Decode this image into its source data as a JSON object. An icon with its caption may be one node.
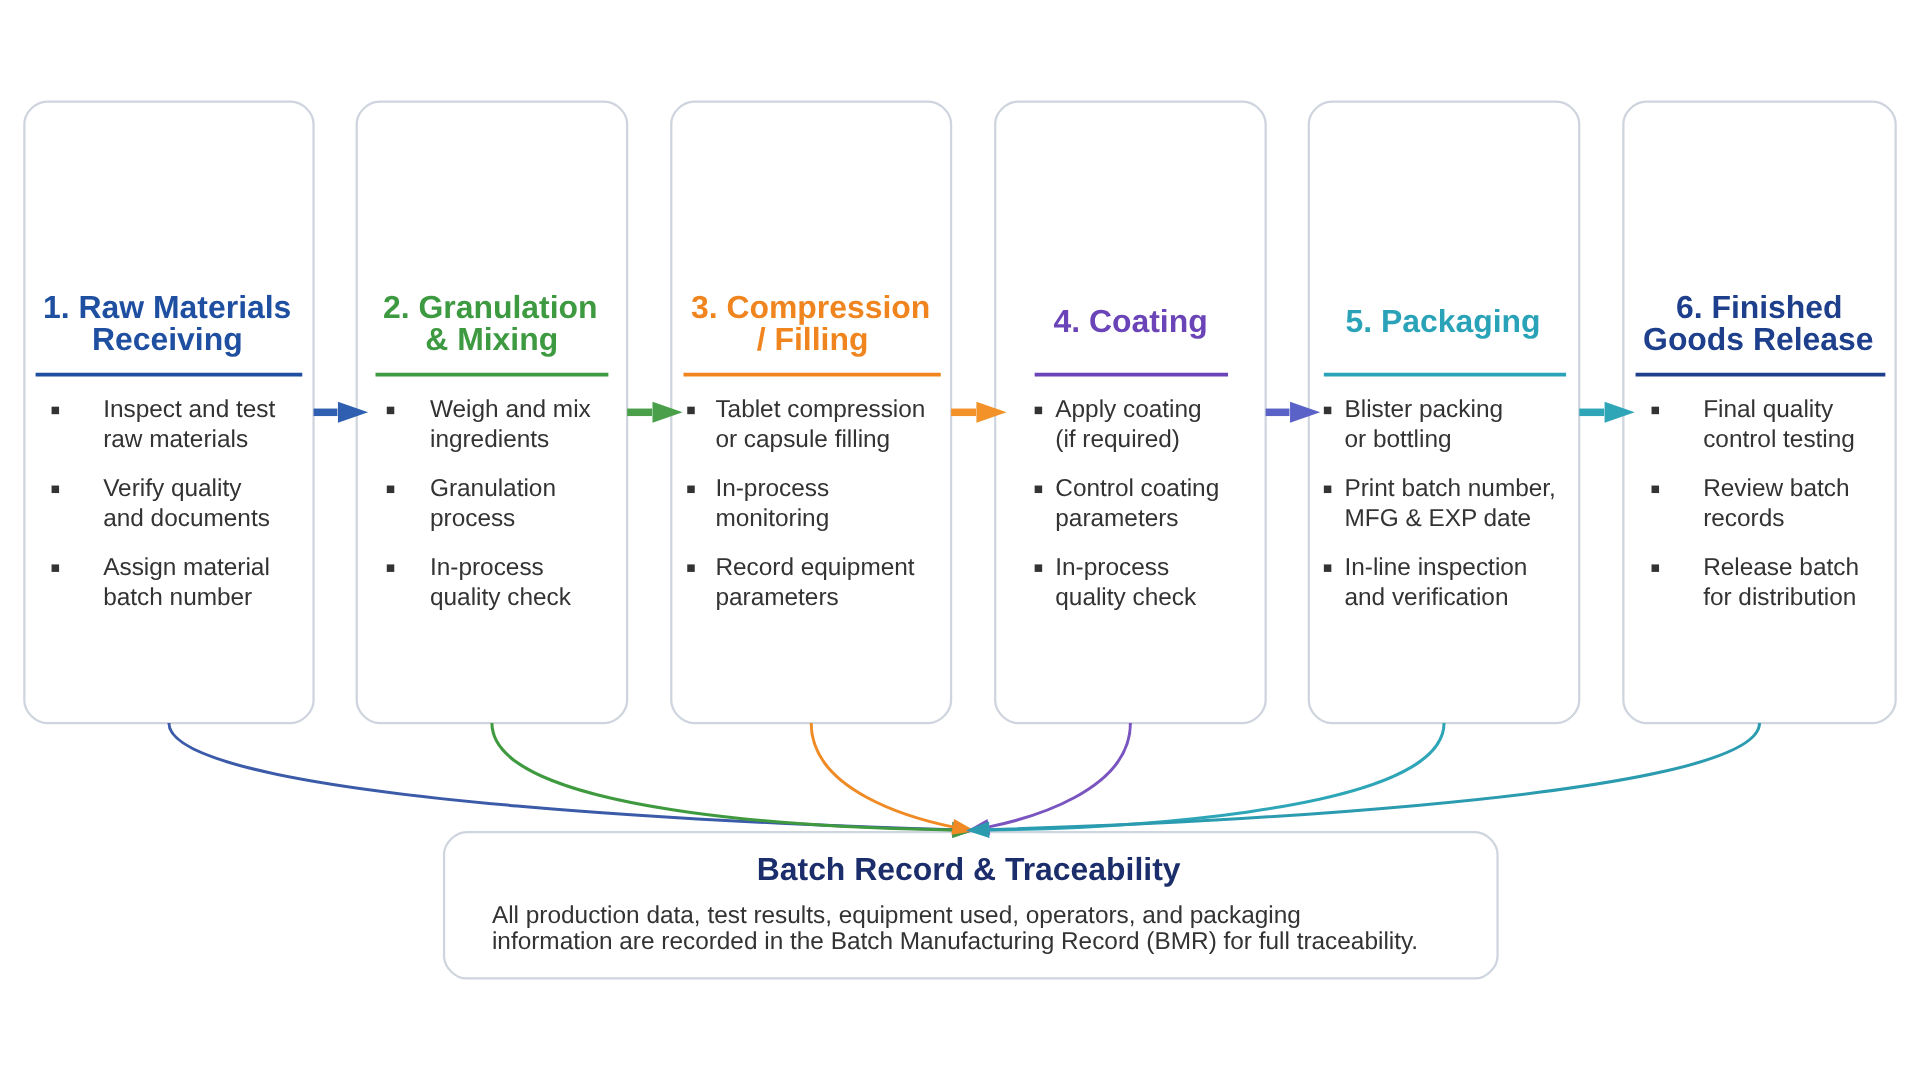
{
  "diagram": {
    "nodes": [
      {
        "text": [
          "1. Raw Materials Receiving",
          "Inspect and test raw materials",
          "Verify quality and documents",
          "Assign material batch number"
        ]
      },
      {
        "text": [
          "2. Granulation & Mixing",
          "Weigh and mix ingredients",
          "Granulation process",
          "In-process quality check"
        ]
      },
      {
        "text": [
          "3. Compression / Filling",
          "Tablet compression or capsule filling",
          "In-process monitoring",
          "Record equipment parameters"
        ]
      },
      {
        "text": [
          "4. Coating",
          "Apply coating (if required)",
          "Control coating parameters",
          "In-process quality check"
        ]
      },
      {
        "text": [
          "5. Packaging",
          "Blister packing or bottling",
          "Print batch number, MFG & EXP date",
          "In-line inspection and verification"
        ]
      },
      {
        "text": [
          "6. Finished Goods Release",
          "Final quality control testing",
          "Review batch records",
          "Release batch for distribution"
        ]
      },
      {
        "text": [
          "Batch Record & Traceability",
          "All production data, test results, equipment used, operators, and packaging information are recorded in the Batch Manufacturing Record (BMR) for full traceability."
        ]
      }
    ],
    "edges": [
      {
        "from": 0,
        "to": 1,
        "arrow": "to",
        "style": "thick",
        "color": "#2f5fb0"
      },
      {
        "from": 1,
        "to": 2,
        "arrow": "to",
        "style": "thick",
        "color": "#4aa04a"
      },
      {
        "from": 2,
        "to": 3,
        "arrow": "to",
        "style": "thick",
        "color": "#f39229"
      },
      {
        "from": 3,
        "to": 4,
        "arrow": "to",
        "style": "thick",
        "color": "#5a62c8"
      },
      {
        "from": 4,
        "to": 5,
        "arrow": "to",
        "style": "thick",
        "color": "#2ea6b8"
      },
      {
        "from": 0,
        "to": 6,
        "arrow": "to",
        "color": "#3b5ba9"
      },
      {
        "from": 1,
        "to": 6,
        "arrow": "to",
        "color": "#3f9a3f"
      },
      {
        "from": 2,
        "to": 6,
        "arrow": "to",
        "color": "#f08a24"
      },
      {
        "from": 3,
        "to": 6,
        "arrow": "to",
        "color": "#7a55c0"
      },
      {
        "from": 4,
        "to": 6,
        "arrow": "to",
        "color": "#2ea6b8"
      },
      {
        "from": 5,
        "to": 6,
        "arrow": "to",
        "color": "#2b9bb0"
      }
    ]
  }
}
